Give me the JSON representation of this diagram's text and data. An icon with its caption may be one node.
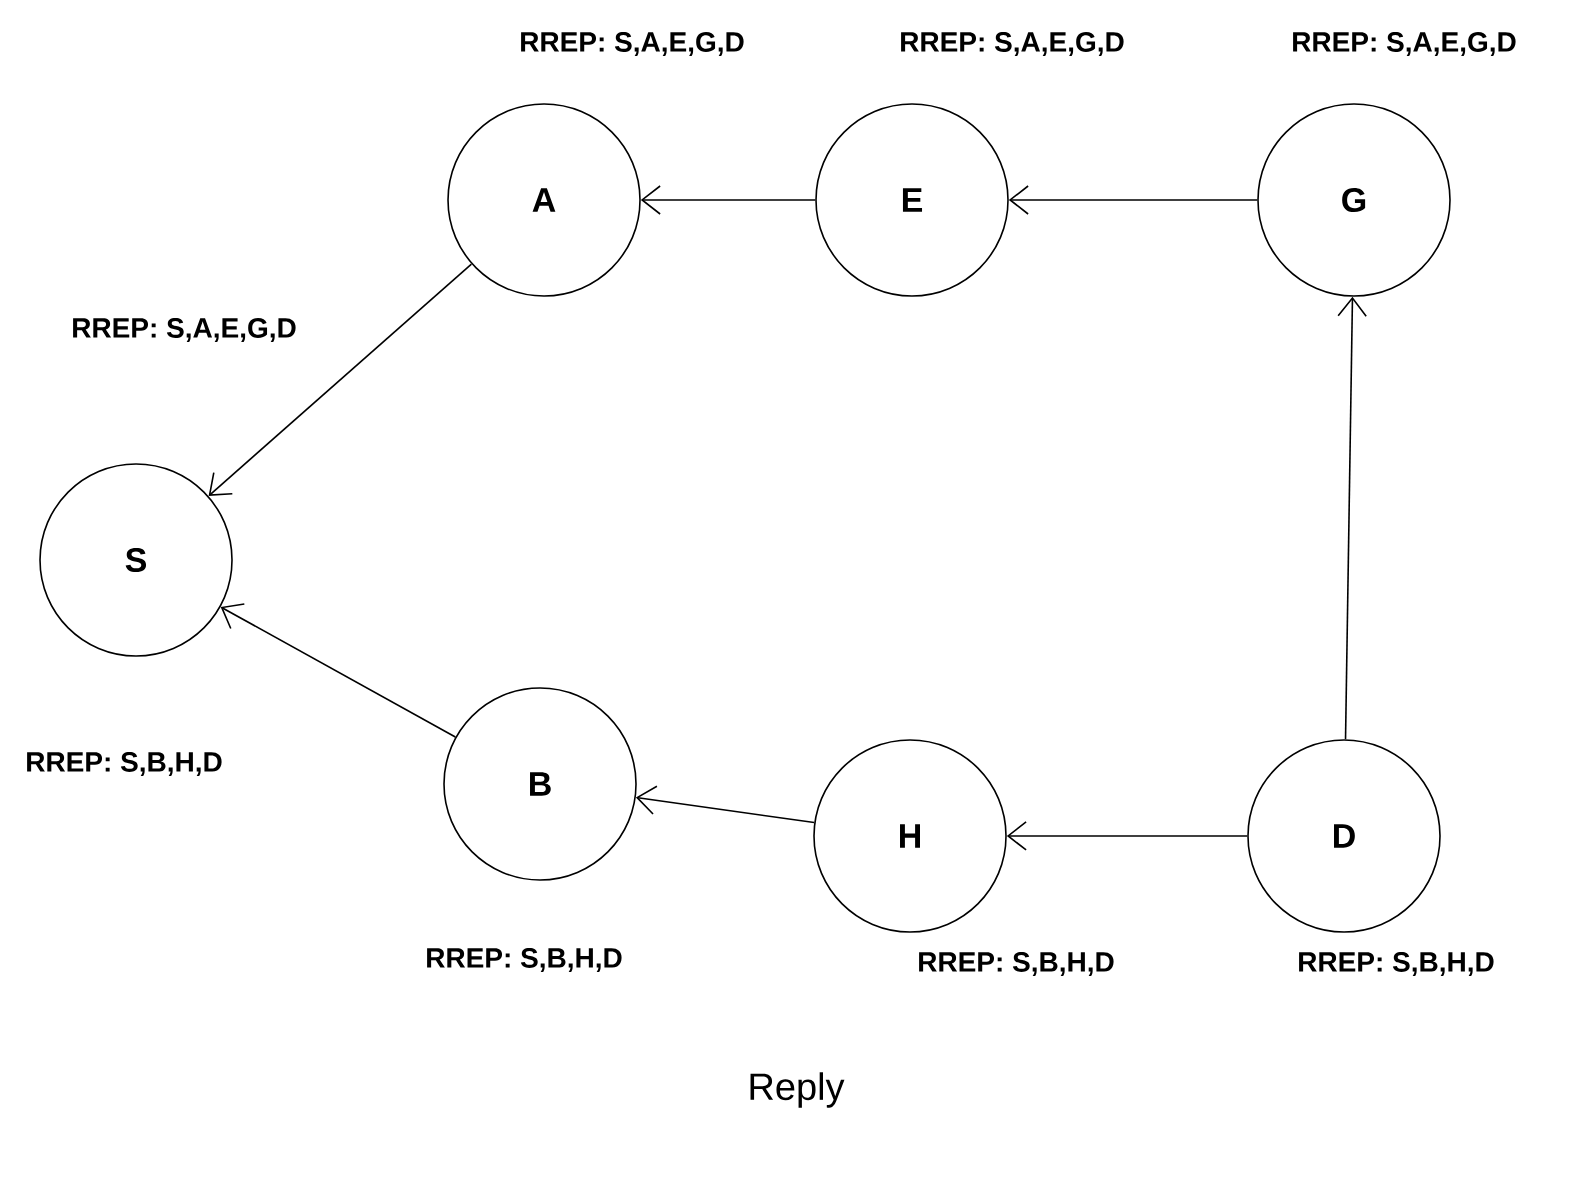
{
  "diagram": {
    "caption": "Reply",
    "nodes": [
      {
        "text": [
          "S"
        ],
        "beside": [
          "RREP: S,B,H,D"
        ]
      },
      {
        "text": [
          "A"
        ],
        "beside": [
          "RREP: S,A,E,G,D"
        ]
      },
      {
        "text": [
          "E"
        ],
        "beside": [
          "RREP: S,A,E,G,D"
        ]
      },
      {
        "text": [
          "G"
        ],
        "beside": [
          "RREP: S,A,E,G,D"
        ]
      },
      {
        "text": [
          "B"
        ],
        "beside": [
          "RREP: S,B,H,D"
        ]
      },
      {
        "text": [
          "H"
        ],
        "beside": [
          "RREP: S,B,H,D"
        ]
      },
      {
        "text": [
          "D"
        ],
        "beside": [
          "RREP: S,B,H,D"
        ]
      }
    ],
    "edges": [
      {
        "from": 2,
        "to": 1,
        "arrow": "to"
      },
      {
        "from": 3,
        "to": 2,
        "arrow": "to"
      },
      {
        "from": 1,
        "to": 0,
        "arrow": "to"
      },
      {
        "from": 6,
        "to": 3,
        "arrow": "to"
      },
      {
        "from": 5,
        "to": 4,
        "arrow": "to"
      },
      {
        "from": 6,
        "to": 5,
        "arrow": "to"
      },
      {
        "from": 4,
        "to": 0,
        "arrow": "to"
      }
    ],
    "labels": [
      "RREP: S,A,E,G,D"
    ]
  }
}
